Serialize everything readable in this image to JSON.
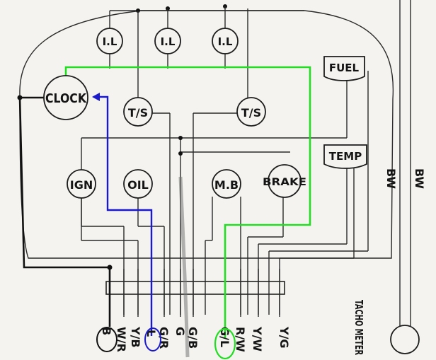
{
  "gauges": {
    "il_1": "I.L",
    "il_2": "I.L",
    "il_3": "I.L",
    "clock": "CLOCK",
    "ts_1": "T/S",
    "ts_2": "T/S",
    "ign": "IGN",
    "oil": "OIL",
    "mb": "M.B",
    "brake": "BRAKE",
    "fuel": "FUEL",
    "temp": "TEMP"
  },
  "wire_codes": [
    "B",
    "W/R",
    "Y/B",
    "L",
    "G/R",
    "G",
    "G/B",
    "G/L",
    "R/W",
    "Y/W",
    "Y/G"
  ],
  "side_wires": {
    "bw_1": "BW",
    "bw_2": "BW"
  },
  "tacho_label": "TACHO METER",
  "highlights": {
    "green": "#22dd22",
    "blue": "#1a1acc",
    "black": "#111111"
  }
}
